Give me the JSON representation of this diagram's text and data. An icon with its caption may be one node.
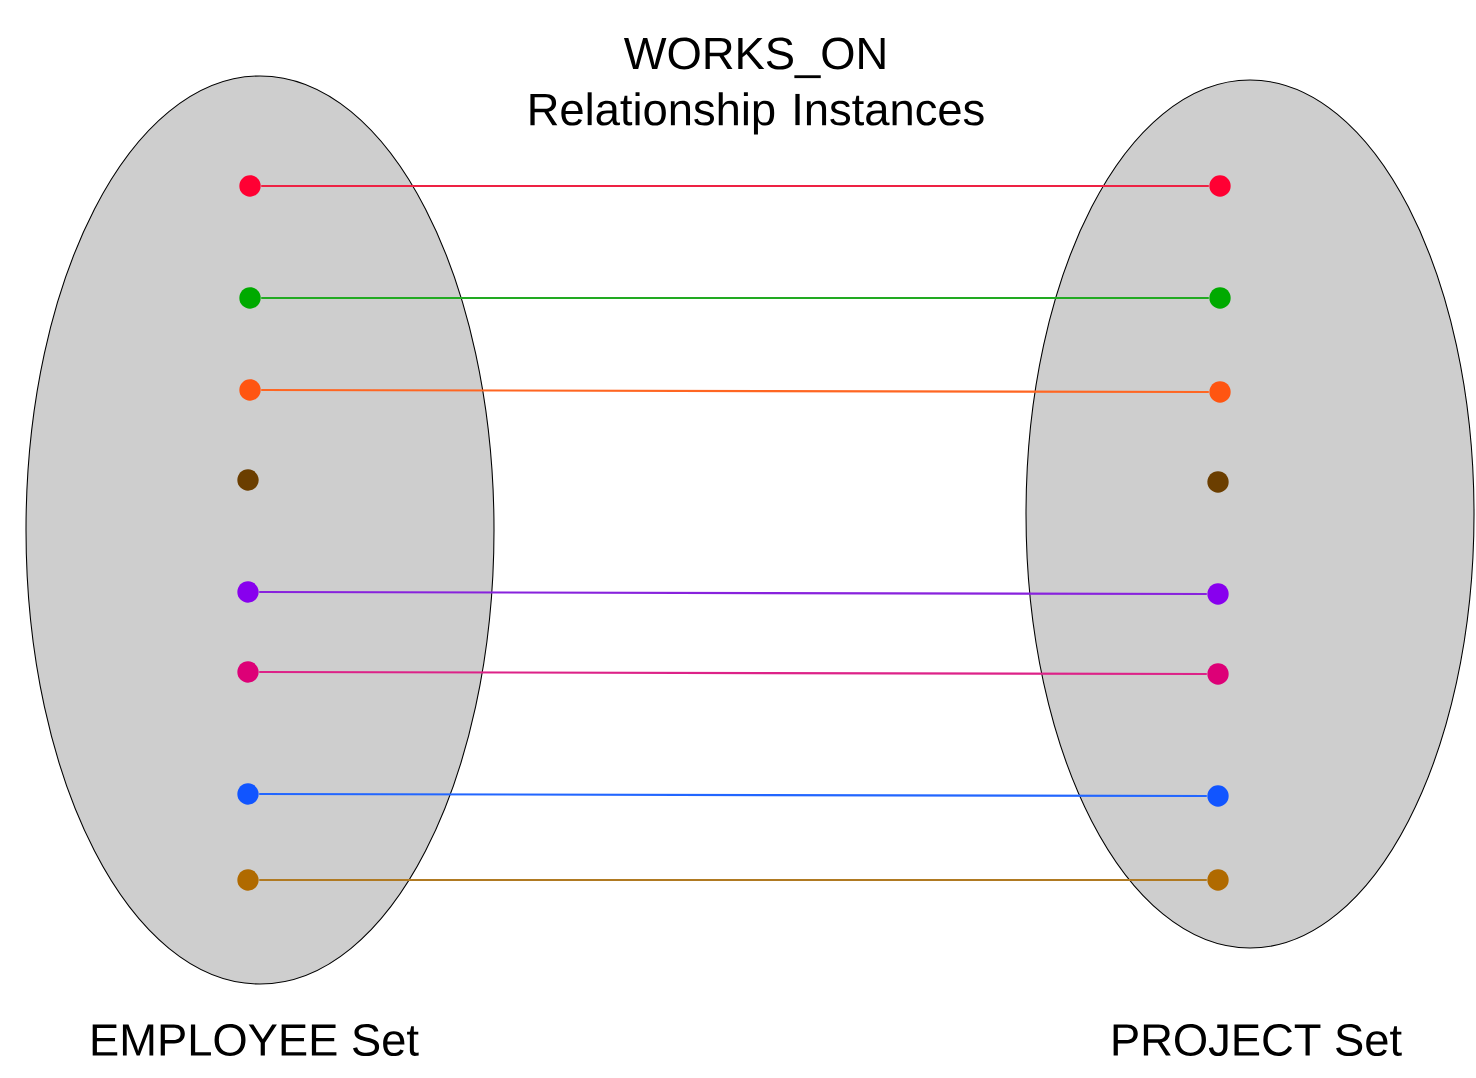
{
  "diagram": {
    "title": "WORKS_ON Relationship Instances",
    "nodes": [
      {
        "text": [
          "EMPLOYEE Set"
        ]
      },
      {
        "text": [],
        "shape": "circle",
        "in": 0
      },
      {
        "text": [],
        "shape": "circle",
        "in": 0
      },
      {
        "text": [],
        "shape": "circle",
        "in": 0
      },
      {
        "text": [],
        "shape": "circle",
        "in": 0
      },
      {
        "text": [],
        "shape": "circle",
        "in": 0
      },
      {
        "text": [],
        "shape": "circle",
        "in": 0
      },
      {
        "text": [],
        "shape": "circle",
        "in": 0
      },
      {
        "text": [],
        "shape": "circle",
        "in": 0
      },
      {
        "text": [
          "PROJECT Set"
        ]
      },
      {
        "text": [],
        "shape": "circle",
        "in": 9
      },
      {
        "text": [],
        "shape": "circle",
        "in": 9
      },
      {
        "text": [],
        "shape": "circle",
        "in": 9
      },
      {
        "text": [],
        "shape": "circle",
        "in": 9
      },
      {
        "text": [],
        "shape": "circle",
        "in": 9
      },
      {
        "text": [],
        "shape": "circle",
        "in": 9
      },
      {
        "text": [],
        "shape": "circle",
        "in": 9
      },
      {
        "text": [],
        "shape": "circle",
        "in": 9
      }
    ],
    "edges": [
      {
        "from": 1,
        "to": 10,
        "arrow": "none",
        "color": "#ee2244"
      },
      {
        "from": 2,
        "to": 11,
        "arrow": "none",
        "color": "#22aa22"
      },
      {
        "from": 3,
        "to": 12,
        "arrow": "none",
        "color": "#ff6622"
      },
      {
        "from": 5,
        "to": 14,
        "arrow": "none",
        "color": "#8822dd"
      },
      {
        "from": 6,
        "to": 15,
        "arrow": "none",
        "color": "#dd2288"
      },
      {
        "from": 7,
        "to": 16,
        "arrow": "none",
        "color": "#2266ff"
      },
      {
        "from": 8,
        "to": 17,
        "arrow": "none",
        "color": "#b07a22"
      }
    ]
  }
}
